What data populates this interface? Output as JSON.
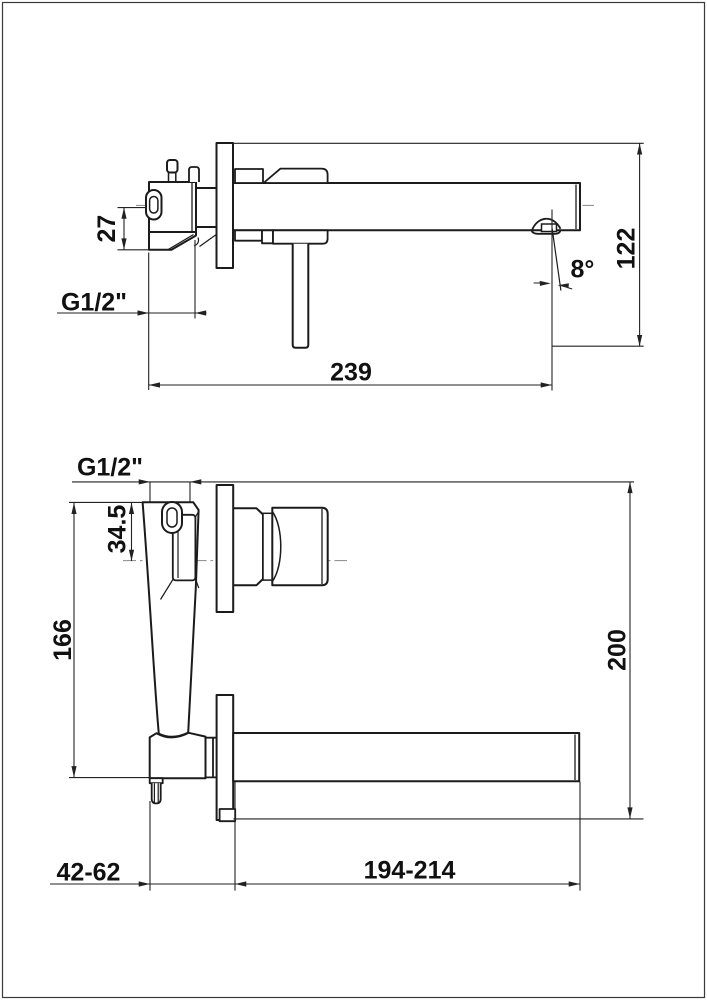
{
  "drawing": {
    "side_view": {
      "offset_27": "27",
      "thread": "G1/2\"",
      "reach_239": "239",
      "height_122": "122",
      "angle_8": "8°"
    },
    "front_view": {
      "thread": "G1/2\"",
      "offset_34_5": "34.5",
      "height_166": "166",
      "height_200": "200",
      "depth_range": "42-62",
      "reach_range": "194-214"
    }
  }
}
